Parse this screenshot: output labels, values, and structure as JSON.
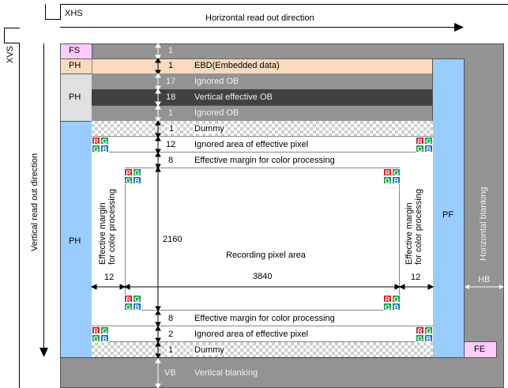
{
  "signals": {
    "xhs": "XHS",
    "xvs": "XVS"
  },
  "directions": {
    "horizontal": "Horizontal read out direction",
    "vertical": "Vertical read out direction"
  },
  "left_labels": {
    "fs": "FS",
    "ph_ebd": "PH",
    "ph_ob": "PH",
    "ph_main": "PH"
  },
  "right_labels": {
    "pf": "PF",
    "fe": "FE",
    "horizontal_blanking": "Horizontal blanking",
    "hb": "HB"
  },
  "rows": [
    {
      "id": "fs-row",
      "lines": "1",
      "label": ""
    },
    {
      "id": "ebd-row",
      "lines": "1",
      "label": "EBD(Embedded data)"
    },
    {
      "id": "ignored-ob-top",
      "lines": "17",
      "label": "Ignored OB"
    },
    {
      "id": "vertical-effective-ob",
      "lines": "18",
      "label": "Vertical effective OB"
    },
    {
      "id": "ignored-ob-bottom",
      "lines": "1",
      "label": "Ignored OB"
    },
    {
      "id": "dummy-top",
      "lines": "1",
      "label": "Dummy"
    },
    {
      "id": "ignored-area-top",
      "lines": "12",
      "label": "Ignored area of effective pixel"
    },
    {
      "id": "effective-margin-top",
      "lines": "8",
      "label": "Effective margin for color processing"
    },
    {
      "id": "effective-margin-bottom",
      "lines": "8",
      "label": "Effective margin for color processing"
    },
    {
      "id": "ignored-area-bottom",
      "lines": "2",
      "label": "Ignored area of effective pixel"
    },
    {
      "id": "dummy-bottom",
      "lines": "1",
      "label": "Dummy"
    }
  ],
  "recording": {
    "label": "Recording pixel area",
    "height": "2160",
    "width": "3840"
  },
  "side_margins": {
    "left_label": "Effective margin for color processing",
    "left_value": "12",
    "right_label": "Effective margin for color processing",
    "right_value": "12"
  },
  "vertical_blanking": {
    "abbr": "VB",
    "label": "Vertical blanking"
  },
  "bayer": {
    "r": "R",
    "g": "G",
    "b": "B"
  },
  "colors": {
    "fs_fe": "#ffccff",
    "ebd": "#fad9bd",
    "ph_ob": "#e0e0e0",
    "ph_pf": "#99ccff",
    "blanking": "#939393",
    "effective_ob": "#414141",
    "bayer_red": "#e0141e",
    "bayer_green": "#13a04a",
    "bayer_blue": "#1573c4"
  }
}
